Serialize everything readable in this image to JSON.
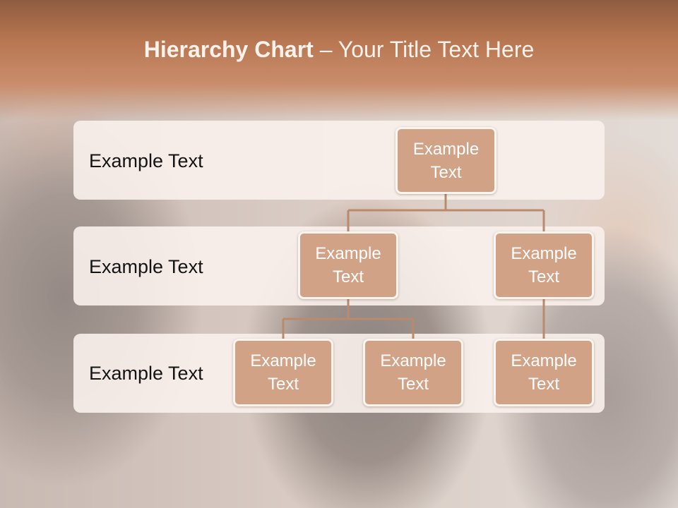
{
  "slide": {
    "title_bold": "Hierarchy Chart",
    "title_rest": " – Your Title Text Here"
  },
  "levels": [
    {
      "label": "Example Text"
    },
    {
      "label": "Example Text"
    },
    {
      "label": "Example Text"
    }
  ],
  "nodes": {
    "root": {
      "line1": "Example",
      "line2": "Text"
    },
    "mid_l": {
      "line1": "Example",
      "line2": "Text"
    },
    "mid_r": {
      "line1": "Example",
      "line2": "Text"
    },
    "leaf_1": {
      "line1": "Example",
      "line2": "Text"
    },
    "leaf_2": {
      "line1": "Example",
      "line2": "Text"
    },
    "leaf_3": {
      "line1": "Example",
      "line2": "Text"
    }
  },
  "colors": {
    "title_band": "#b97752",
    "node_fill": "#d2a286",
    "connector": "#b98a6c",
    "band_fill": "#faf1ec"
  }
}
